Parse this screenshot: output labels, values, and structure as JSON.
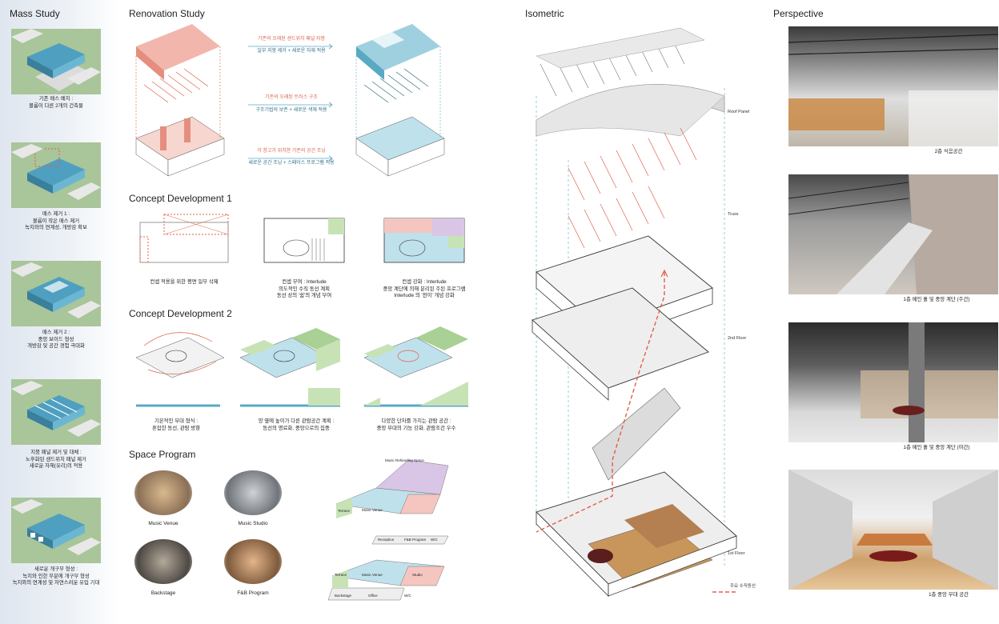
{
  "sections": {
    "mass_study": "Mass Study",
    "renovation_study": "Renovation Study",
    "concept_dev1": "Concept Development 1",
    "concept_dev2": "Concept Development 2",
    "space_program": "Space Program",
    "isometric": "Isometric",
    "perspective": "Perspective"
  },
  "mass_study": [
    {
      "title": "기존 매스 배치 :",
      "desc1": "볼륨이 다른 2개의 건축물",
      "desc2": ""
    },
    {
      "title": "매스 제거 1 :",
      "desc1": "볼륨이 작은 매스 제거",
      "desc2": "녹지와의 연계성, 개방감 확보"
    },
    {
      "title": "매스 제거 2 :",
      "desc1": "중앙 보이드 형성",
      "desc2": "개방감 및 공간 경험 극대화"
    },
    {
      "title": "지붕 패널 제거 및 대체 :",
      "desc1": "노후화된 샌드위치 패널 제거",
      "desc2": "새로운 자재(유리)의 적용"
    },
    {
      "title": "새로운 개구부 형성 :",
      "desc1": "녹지와 인한 부분에 개구부 형성",
      "desc2": "녹지와의 연계성 및 자연스러운 유입 기대"
    }
  ],
  "renovation": [
    {
      "red": "기존의 오래된 샌드위치 패널 지붕",
      "blue": "일부 지붕 제거 + 새로운 자재 적용"
    },
    {
      "red": "기존의 오래된 트러스 구조",
      "blue": "구조기법의 보존 + 새로운 색채 적용"
    },
    {
      "red": "각 창고가 위치한 기존의 공간 조닝",
      "blue": "새로운 공간 조닝 + 스페이스 프로그램 적용"
    }
  ],
  "concept1": [
    {
      "title": "컨셉 적용을 위한 평면 일부 삭제",
      "l2": "",
      "l3": ""
    },
    {
      "title": "컨셉 부여 : Interlude",
      "l2": "의도적인 수직 동선 계획",
      "l3": "동선 상의 '쉼'의 개념 부여"
    },
    {
      "title": "컨셉 강화 : Interlude",
      "l2": "중앙 계단에 의해 분리된 주된 프로그램",
      "l3": "Interlude 의 '전이' 개념 강화"
    }
  ],
  "concept2": [
    {
      "title": "기본적인 무대 형식 :",
      "l2": "혼잡한 동선, 관람 방향"
    },
    {
      "title": "양 옆에 높이가 다른 관람공간 계획 :",
      "l2": "동선의 명료화, 중앙으로의 집중"
    },
    {
      "title": "다양한 단차를 가지는 관람 공간 :",
      "l2": "중앙 무대의 기능 강화, 관람조건 우수"
    }
  ],
  "space_program": {
    "items": [
      "Music Venue",
      "Music Studio",
      "Backstage",
      "F&B Program"
    ],
    "diagram_labels": [
      "Music Rehiarding Space",
      "Music Venue",
      "Terrace",
      "Reception",
      "F&B Program",
      "W/C",
      "Terrace",
      "Music Venue",
      "Studio",
      "Backstage",
      "Office",
      "W/C"
    ]
  },
  "isometric": {
    "labels": [
      "Roof Panel",
      "Truss",
      "2nd Floor",
      "1st Floor"
    ],
    "legend": "주요 수직동선"
  },
  "perspective": [
    "2층 식음공간",
    "1층 메인 홀 및 중앙 계단 (주간)",
    "1층 메인 홀 및 중앙 계단 (야간)",
    "1층 중앙 무대 공간"
  ],
  "colors": {
    "accent_red": "#e0604a",
    "accent_blue": "#5aa9c4",
    "green": "#a9c59a",
    "light_green": "#c7e3b6"
  }
}
